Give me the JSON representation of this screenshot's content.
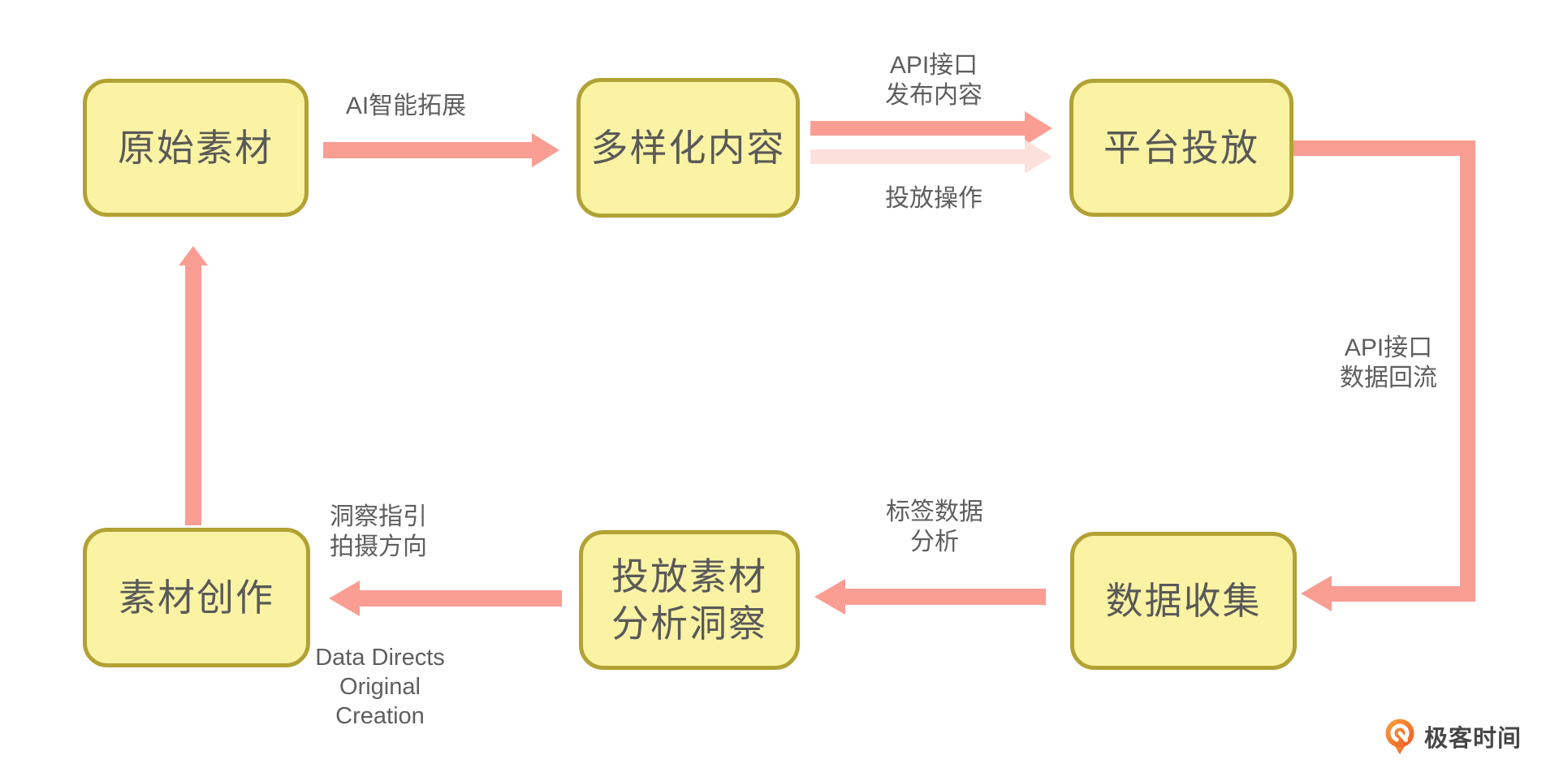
{
  "canvas": {
    "background": "#FFFFFF"
  },
  "colors": {
    "node_fill": "#FAF3A4",
    "node_border": "#B1A233",
    "node_text": "#595959",
    "arrow": "#FA9D92",
    "arrow_faded": "#FCE0DC",
    "label_text": "#5E5E5E",
    "logo_orange": "#F4732A",
    "logo_text": "#474747"
  },
  "nodes": [
    {
      "id": "original-material",
      "label": "原始素材"
    },
    {
      "id": "diversified-content",
      "label": "多样化内容"
    },
    {
      "id": "platform-delivery",
      "label": "平台投放"
    },
    {
      "id": "data-collection",
      "label": "数据收集"
    },
    {
      "id": "delivery-material-insight",
      "lines": [
        "投放素材",
        "分析洞察"
      ]
    },
    {
      "id": "material-creation",
      "label": "素材创作"
    }
  ],
  "edge_labels": {
    "ai_expand": "AI智能拓展",
    "api_publish": [
      "API接口",
      "发布内容"
    ],
    "delivery_ops": "投放操作",
    "api_data_return": [
      "API接口",
      "数据回流"
    ],
    "tag_data_analysis": [
      "标签数据",
      "分析"
    ],
    "insight_guides": [
      "洞察指引",
      "拍摄方向"
    ],
    "data_directs": [
      "Data Directs",
      "Original",
      "Creation"
    ]
  },
  "logo": {
    "brand": "极客时间"
  }
}
